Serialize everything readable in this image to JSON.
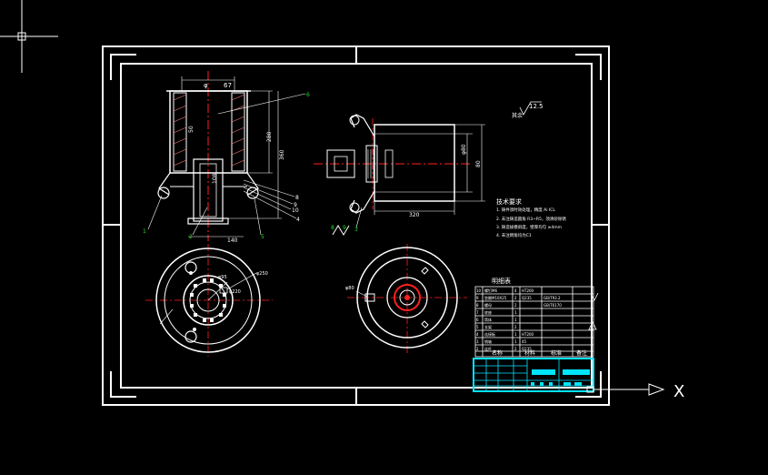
{
  "colors": {
    "background": "#000000",
    "frame": "#ffffff",
    "centerline": "#ff2020",
    "dimension": "#ffffff",
    "callout": "#20e020",
    "titleblock": "#00e5ff"
  },
  "ucs": {
    "x_label": "X"
  },
  "surface_finish": {
    "value": "12.5",
    "prefix": "其余"
  },
  "tech_requirements": {
    "heading": "技术要求",
    "items": [
      "1. 铸件须时效处理，精度 Ai ICL",
      "2. 未注铸造圆角 R3~R5，须清砂除锈",
      "3. 铸造拔模斜度，壁厚均匀 ≥4mm",
      "4. 未注倒角均为C1"
    ]
  },
  "front_view": {
    "dims": {
      "top_width": "67",
      "inner": "φ",
      "height_a": "280",
      "height_b": "360",
      "base": "140",
      "wall": "50",
      "mid": "108"
    },
    "callouts": [
      "6",
      "1",
      "2",
      "5",
      "8",
      "9",
      "10",
      "4"
    ]
  },
  "side_view": {
    "dims": {
      "length": "320",
      "dia_a": "φ80",
      "dia_b": "80"
    },
    "callouts": [
      "8",
      "9",
      "3"
    ]
  },
  "top_view": {
    "dims": {
      "outer": "φ250",
      "pcd": "φ220",
      "inner": "φ95"
    }
  },
  "bottom_view": {
    "dims": {
      "left": "φ80"
    }
  },
  "bom": {
    "title": "明细表",
    "header": [
      "名称",
      "材料",
      "标准",
      "备注"
    ],
    "rows": [
      [
        "10",
        "螺钉M6",
        "4",
        "HT200",
        ""
      ],
      [
        "9",
        "垫圈M10X25",
        "2",
        "Q235",
        "GB/T93.2"
      ],
      [
        "8",
        "螺母",
        "2",
        "",
        "GB/T6170"
      ],
      [
        "7",
        "底座",
        "1",
        "",
        ""
      ],
      [
        "6",
        "筒体",
        "1",
        "",
        ""
      ],
      [
        "5",
        "支架",
        "2",
        "",
        ""
      ],
      [
        "4",
        "连接板",
        "1",
        "HT200",
        ""
      ],
      [
        "3",
        "销轴",
        "1",
        "45",
        ""
      ],
      [
        "2",
        "连杆",
        "2",
        "Q235",
        ""
      ]
    ]
  }
}
